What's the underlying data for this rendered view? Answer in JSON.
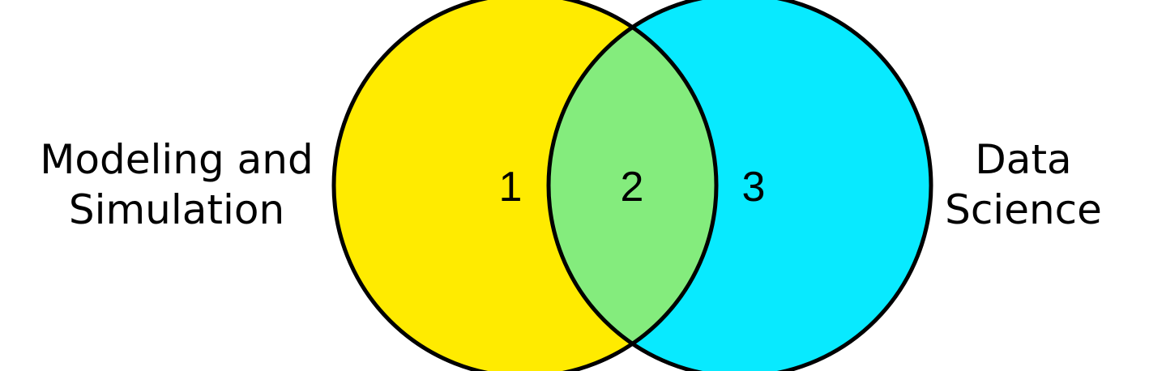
{
  "diagram": {
    "left_set": {
      "label_line1": "Modeling and",
      "label_line2": "Simulation",
      "fill": "#FFEB00"
    },
    "right_set": {
      "label_line1": "Data",
      "label_line2": "Science",
      "fill": "#08EAFF"
    },
    "overlap_fill": "#84EC7D",
    "outline_color": "#000000",
    "regions": {
      "left_only": "1",
      "overlap": "2",
      "right_only": "3"
    }
  }
}
